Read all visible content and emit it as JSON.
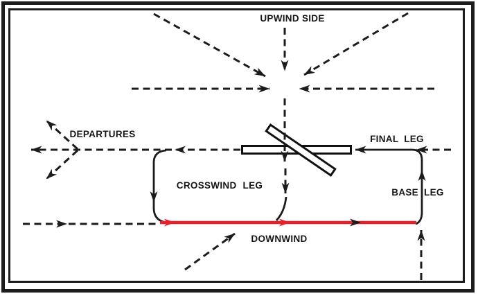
{
  "colors": {
    "ink": "#1c1c1c",
    "downwind_red": "#e62129",
    "runway_fill": "#ffffff",
    "background": "#ffffff"
  },
  "labels": {
    "upwind_side": "UPWIND SIDE",
    "departures": "DEPARTURES",
    "final_leg": "FINAL LEG",
    "crosswind_leg": "CROSSWIND LEG",
    "base_leg": "BASE LEG",
    "downwind": "DOWNWIND"
  }
}
